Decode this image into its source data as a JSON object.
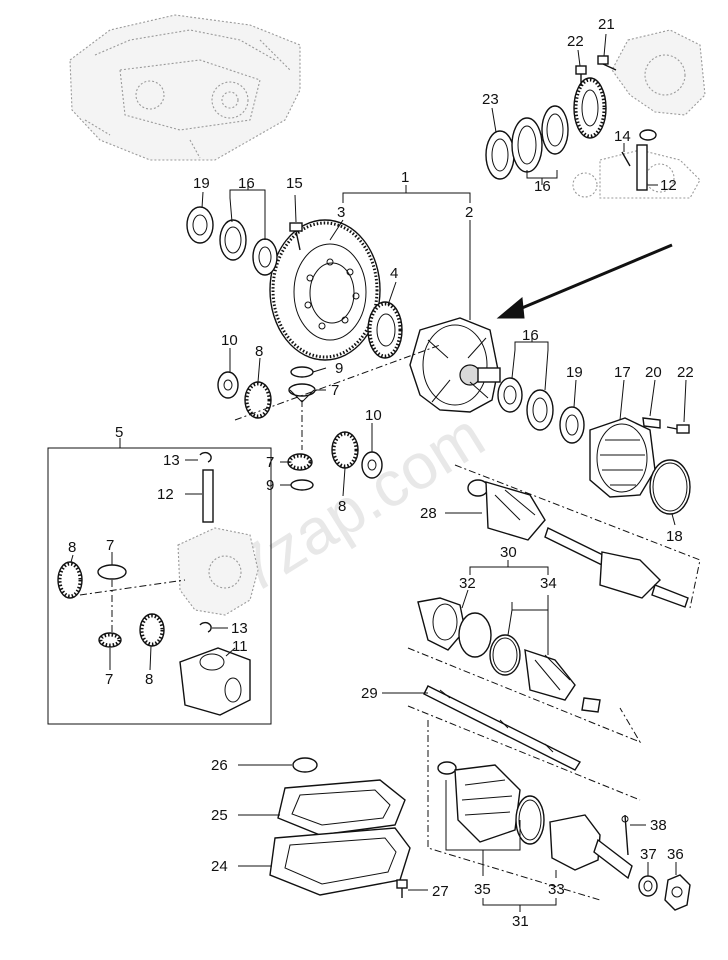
{
  "watermark": "7zap.com",
  "callouts": [
    {
      "id": "c1",
      "text": "1"
    },
    {
      "id": "c2",
      "text": "2"
    },
    {
      "id": "c3",
      "text": "3"
    },
    {
      "id": "c4",
      "text": "4"
    },
    {
      "id": "c5",
      "text": "5"
    },
    {
      "id": "c7a",
      "text": "7"
    },
    {
      "id": "c7b",
      "text": "7"
    },
    {
      "id": "c7c",
      "text": "7"
    },
    {
      "id": "c7d",
      "text": "7"
    },
    {
      "id": "c8a",
      "text": "8"
    },
    {
      "id": "c8b",
      "text": "8"
    },
    {
      "id": "c8c",
      "text": "8"
    },
    {
      "id": "c8d",
      "text": "8"
    },
    {
      "id": "c9a",
      "text": "9"
    },
    {
      "id": "c9b",
      "text": "9"
    },
    {
      "id": "c10a",
      "text": "10"
    },
    {
      "id": "c10b",
      "text": "10"
    },
    {
      "id": "c11",
      "text": "11"
    },
    {
      "id": "c12a",
      "text": "12"
    },
    {
      "id": "c12b",
      "text": "12"
    },
    {
      "id": "c13a",
      "text": "13"
    },
    {
      "id": "c13b",
      "text": "13"
    },
    {
      "id": "c14",
      "text": "14"
    },
    {
      "id": "c15",
      "text": "15"
    },
    {
      "id": "c16a",
      "text": "16"
    },
    {
      "id": "c16b",
      "text": "16"
    },
    {
      "id": "c16c",
      "text": "16"
    },
    {
      "id": "c17",
      "text": "17"
    },
    {
      "id": "c18",
      "text": "18"
    },
    {
      "id": "c19a",
      "text": "19"
    },
    {
      "id": "c19b",
      "text": "19"
    },
    {
      "id": "c20",
      "text": "20"
    },
    {
      "id": "c21",
      "text": "21"
    },
    {
      "id": "c22a",
      "text": "22"
    },
    {
      "id": "c22b",
      "text": "22"
    },
    {
      "id": "c23",
      "text": "23"
    },
    {
      "id": "c24",
      "text": "24"
    },
    {
      "id": "c25",
      "text": "25"
    },
    {
      "id": "c26",
      "text": "26"
    },
    {
      "id": "c27",
      "text": "27"
    },
    {
      "id": "c28",
      "text": "28"
    },
    {
      "id": "c29",
      "text": "29"
    },
    {
      "id": "c30",
      "text": "30"
    },
    {
      "id": "c31",
      "text": "31"
    },
    {
      "id": "c32",
      "text": "32"
    },
    {
      "id": "c33",
      "text": "33"
    },
    {
      "id": "c34",
      "text": "34"
    },
    {
      "id": "c35",
      "text": "35"
    },
    {
      "id": "c36",
      "text": "36"
    },
    {
      "id": "c37",
      "text": "37"
    },
    {
      "id": "c38",
      "text": "38"
    }
  ]
}
